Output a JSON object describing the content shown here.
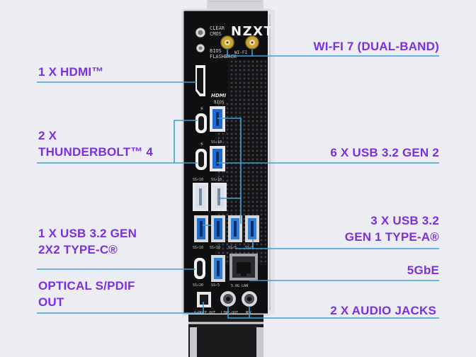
{
  "brand": "NZXT",
  "colors": {
    "background": "#ecedf3",
    "callout_text": "#7b2fe0",
    "leader_line": "#3ea0d6",
    "panel": "#0f0f11",
    "bracket": "#d4d5d9",
    "usb_blue": "#1e6bd0",
    "usb_teal": "#36a6b8",
    "usb_white": "#eceef2",
    "antenna_gold": "#c9a43a"
  },
  "callouts": {
    "hdmi": "1 X HDMI™",
    "thunderbolt": "2 X\nTHUNDERBOLT™ 4",
    "usb_gen2x2": "1 X USB 3.2 GEN\n2X2 TYPE-C®",
    "optical": "OPTICAL S/PDIF\nOUT",
    "wifi": "WI-FI 7 (DUAL-BAND)",
    "usb_gen2": "6 X USB 3.2 GEN 2",
    "usb_gen1": "3 X USB 3.2\nGEN 1 TYPE-A®",
    "lan": "5GbE",
    "audio": "2 X AUDIO JACKS"
  },
  "panel_labels": {
    "clear_cmos": "CLEAR\nCMOS",
    "bios_flashback": "BIOS\nFLASHBACK",
    "wifi_label": "WI-FI",
    "hdmi_label": "HDMI",
    "bios_label": "BIOS",
    "usb_10": "SS⚡10",
    "usb_5": "SS⚡5",
    "usb_20": "SS⚡20",
    "lan_label": "5.0G LAN",
    "spdif_label": "S/PDIF OUT",
    "line_out_label": "LINE-OUT",
    "mic_label": "MIC",
    "bolt": "⚡"
  },
  "icons": [
    "thunderbolt-icon",
    "clear-cmos-button-icon",
    "bios-flashback-button-icon",
    "antenna-connector-icon"
  ]
}
